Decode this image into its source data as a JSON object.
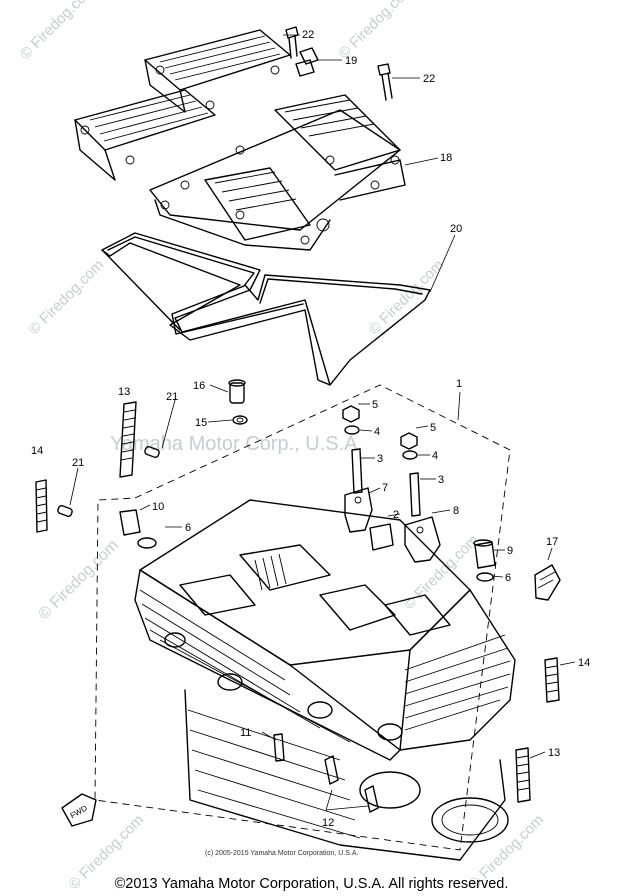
{
  "watermarks": {
    "site": "© Firedog.com",
    "brand": "Yamaha Motor Corp., U.S.A."
  },
  "inline_copyright": "(c) 2005-2015 Yamaha Motor Corporation, U.S.A.",
  "footer_copyright": "©2013 Yamaha Motor Corporation, U.S.A. All rights reserved.",
  "direction_mark": "FWD",
  "part_labels": {
    "p1": "1",
    "p2": "2",
    "p3a": "3",
    "p3b": "3",
    "p4a": "4",
    "p4b": "4",
    "p5a": "5",
    "p5b": "5",
    "p6a": "6",
    "p6b": "6",
    "p7": "7",
    "p8": "8",
    "p9": "9",
    "p10": "10",
    "p11": "11",
    "p12": "12",
    "p13a": "13",
    "p13b": "13",
    "p14a": "14",
    "p14b": "14",
    "p15": "15",
    "p16": "16",
    "p17": "17",
    "p18": "18",
    "p19": "19",
    "p20": "20",
    "p21a": "21",
    "p21b": "21",
    "p22a": "22",
    "p22b": "22"
  }
}
